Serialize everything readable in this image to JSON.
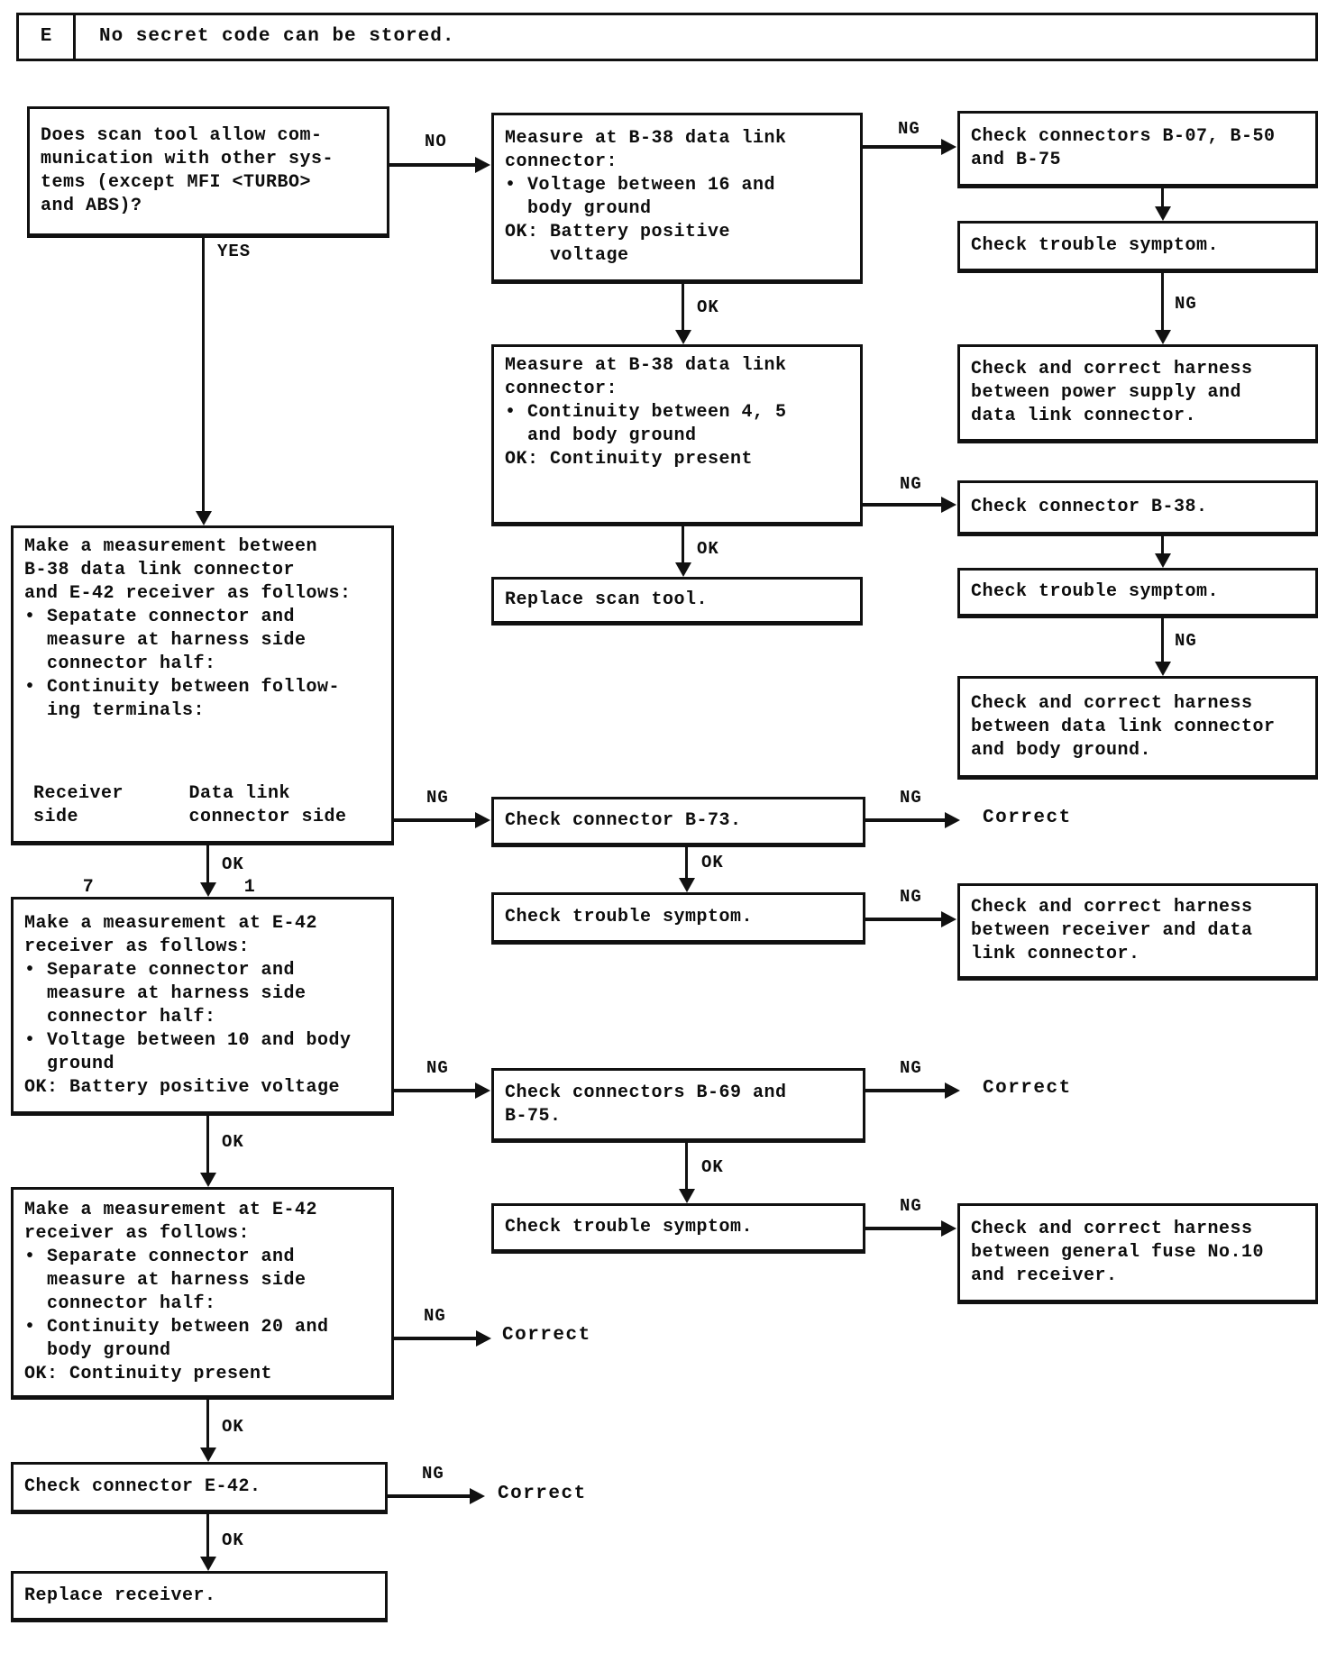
{
  "header": {
    "code": "E",
    "text": "No secret code can be stored."
  },
  "labels": {
    "no": "NO",
    "yes": "YES",
    "ok": "OK",
    "ng": "NG",
    "correct": "Correct"
  },
  "nodes": {
    "q_scan": {
      "text": "Does scan tool allow com-\nmunication with other sys-\ntems (except MFI <TURBO>\nand ABS)?"
    },
    "m_voltage_16": {
      "text": "Measure at B-38 data link\nconnector:\n• Voltage between 16 and\n  body ground\nOK: Battery positive\n    voltage"
    },
    "chk_b07": {
      "text": "Check connectors B-07, B-50\nand B-75"
    },
    "trouble1": {
      "text": "Check trouble symptom."
    },
    "harness_power": {
      "text": "Check and correct harness\nbetween power supply and\ndata link connector."
    },
    "m_cont_45": {
      "text": "Measure at B-38 data link\nconnector:\n• Continuity between 4, 5\n  and body ground\nOK: Continuity present"
    },
    "chk_b38": {
      "text": "Check connector B-38."
    },
    "trouble2": {
      "text": "Check trouble symptom."
    },
    "harness_ground": {
      "text": "Check and correct harness\nbetween data link connector\nand body ground."
    },
    "replace_scan": {
      "text": "Replace scan tool."
    },
    "m_between": {
      "text": "Make a measurement between\nB-38 data link connector\nand E-42 receiver as follows:\n• Sepatate connector and\n  measure at harness side\n  connector half:\n• Continuity between follow-\n  ing terminals:",
      "table": {
        "left_header": "Receiver\nside",
        "left_value": "7",
        "dash": "—",
        "right_header": "Data link\nconnector side",
        "right_value": "1"
      }
    },
    "chk_b73": {
      "text": "Check connector B-73."
    },
    "trouble3": {
      "text": "Check trouble symptom."
    },
    "harness_receiver": {
      "text": "Check and correct harness\nbetween receiver and data\nlink connector."
    },
    "m_e42_voltage": {
      "text": "Make a measurement at E-42\nreceiver as follows:\n• Separate connector and\n  measure at harness side\n  connector half:\n• Voltage between 10 and body\n  ground\nOK: Battery positive voltage"
    },
    "chk_b69": {
      "text": "Check connectors B-69 and\nB-75."
    },
    "trouble4": {
      "text": "Check trouble symptom."
    },
    "harness_fuse": {
      "text": "Check and correct harness\nbetween general fuse No.10\nand receiver."
    },
    "m_e42_cont": {
      "text": "Make a measurement at E-42\nreceiver as follows:\n• Separate connector and\n  measure at harness side\n  connector half:\n• Continuity between 20 and\n  body ground\nOK: Continuity present"
    },
    "chk_e42": {
      "text": "Check connector E-42."
    },
    "replace_receiver": {
      "text": "Replace receiver."
    }
  }
}
